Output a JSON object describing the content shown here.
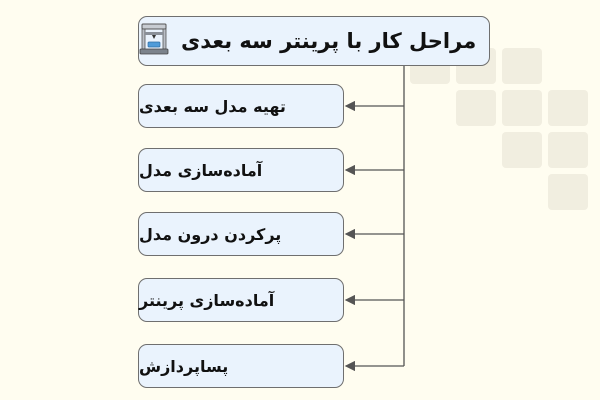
{
  "title": "مراحل کار با پرینتر سه بعدی",
  "steps": [
    "تهیه مدل سه بعدی",
    "آماده‌سازی مدل",
    "پرکردن درون مدل",
    "آماده‌سازی پرینتر",
    "پساپردازش"
  ],
  "colors": {
    "background": "#fffdf0",
    "box_fill": "#eaf3fd",
    "box_border": "#6f6f6f",
    "connector": "#555555"
  },
  "icons": {
    "title": "3d-printer-icon"
  }
}
